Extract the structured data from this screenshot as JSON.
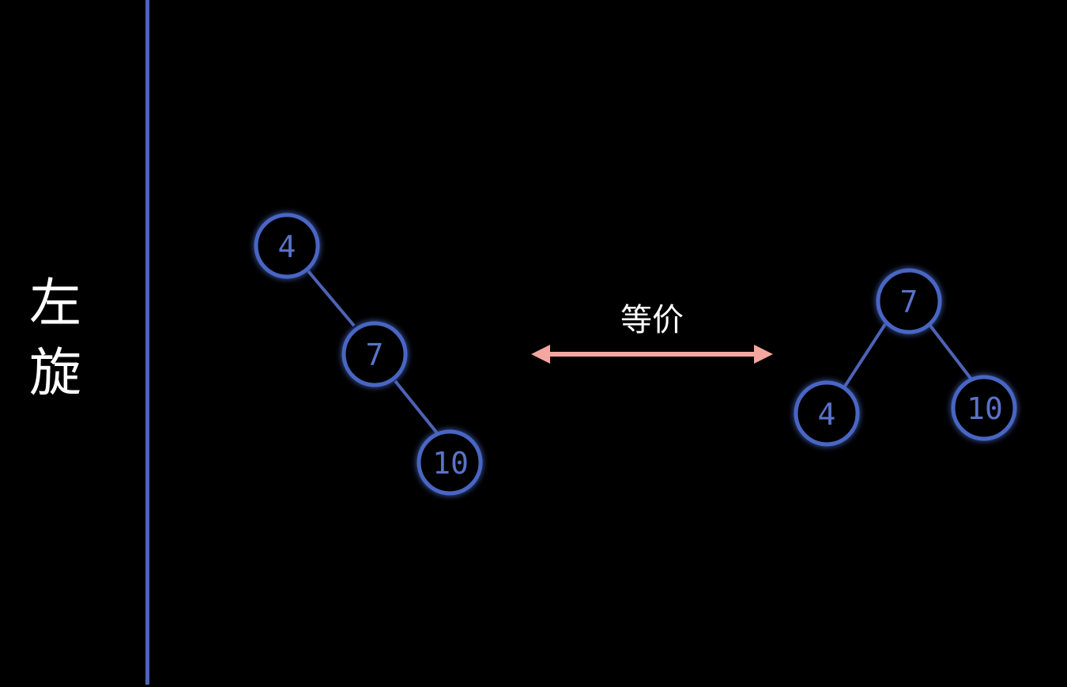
{
  "side_title": [
    "左",
    "旋"
  ],
  "equivalence_label": "等价",
  "colors": {
    "background": "#000000",
    "divider": "#4e63b6",
    "node_stroke": "#4a66c4",
    "node_glow": "#2f4fae",
    "node_text": "#5a72c8",
    "edge": "#4e63b6",
    "arrow": "#f4a6a0",
    "text": "#ffffff"
  },
  "before_tree": {
    "nodes": [
      {
        "id": "n4",
        "label": "4"
      },
      {
        "id": "n7",
        "label": "7"
      },
      {
        "id": "n10",
        "label": "10"
      }
    ],
    "edges": [
      [
        "n4",
        "n7"
      ],
      [
        "n7",
        "n10"
      ]
    ]
  },
  "after_tree": {
    "nodes": [
      {
        "id": "n7",
        "label": "7"
      },
      {
        "id": "n4",
        "label": "4"
      },
      {
        "id": "n10",
        "label": "10"
      }
    ],
    "edges": [
      [
        "n7",
        "n4"
      ],
      [
        "n7",
        "n10"
      ]
    ]
  }
}
